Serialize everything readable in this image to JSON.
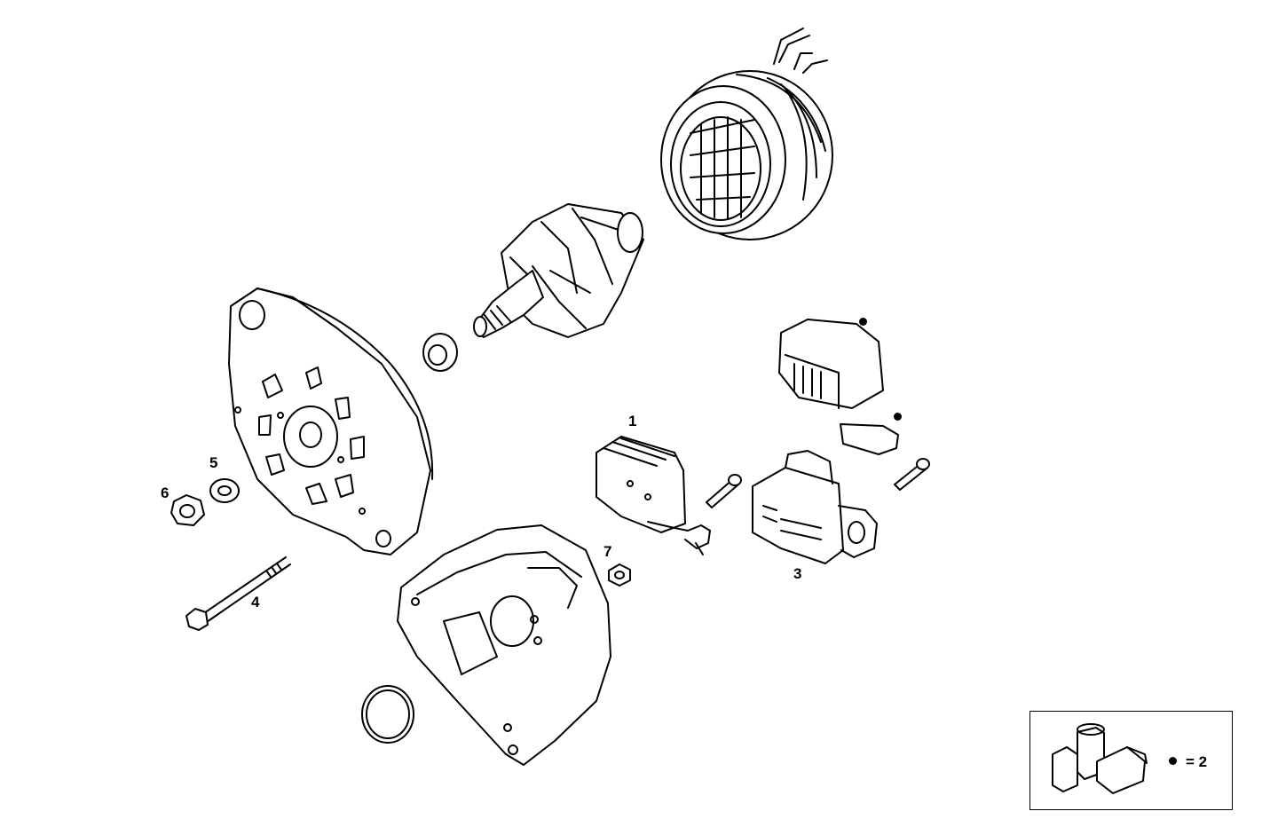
{
  "callouts": {
    "c1": "1",
    "c3": "3",
    "c4": "4",
    "c5": "5",
    "c6": "6",
    "c7": "7"
  },
  "legend": {
    "text": "= 2",
    "marker": "filled-dot"
  },
  "colors": {
    "line": "#000000",
    "background": "#ffffff"
  }
}
